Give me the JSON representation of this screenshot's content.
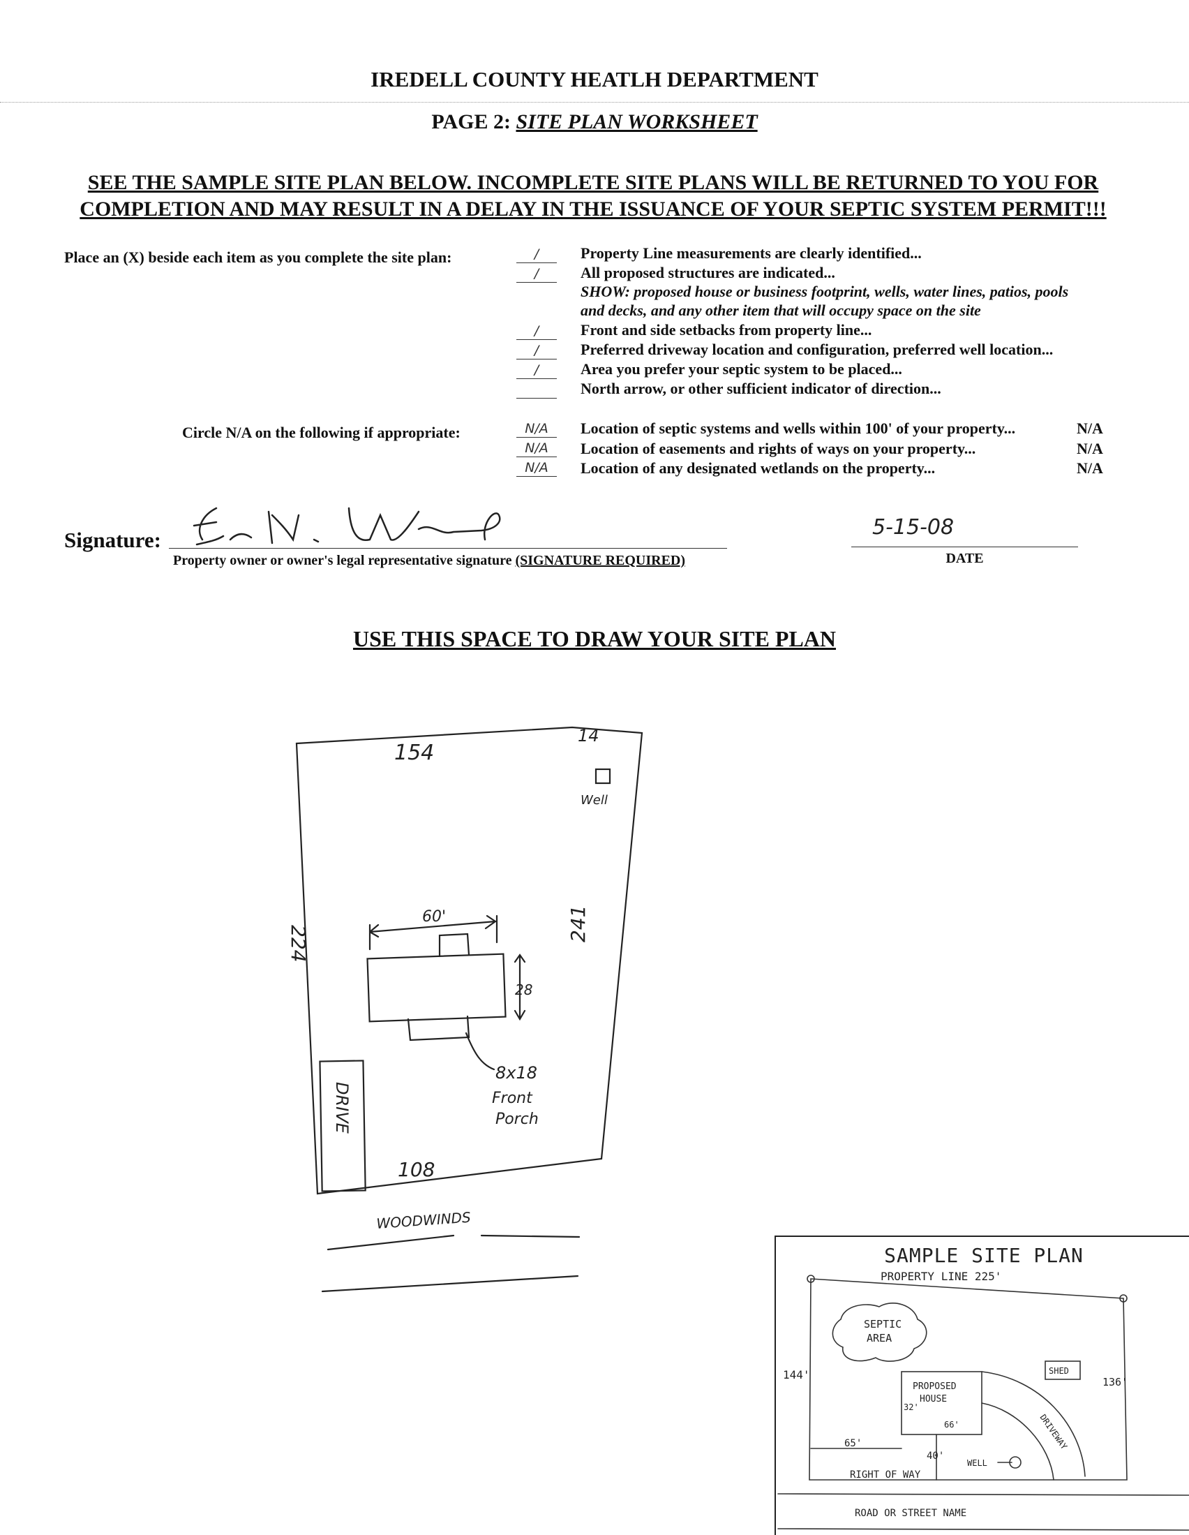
{
  "header": {
    "department": "IREDELL COUNTY HEATLH DEPARTMENT",
    "page_label": "PAGE 2:",
    "page_name": "SITE PLAN WORKSHEET"
  },
  "warning": {
    "line1": "SEE THE SAMPLE SITE PLAN BELOW.  INCOMPLETE SITE PLANS WILL BE RETURNED TO YOU FOR",
    "line2": "COMPLETION AND MAY RESULT IN A DELAY IN THE ISSUANCE OF YOUR SEPTIC SYSTEM PERMIT!!!"
  },
  "checklist": {
    "instruction": "Place an (X) beside each item as you complete the site plan:",
    "items": [
      {
        "mark": "/",
        "text": "Property Line measurements are clearly identified..."
      },
      {
        "mark": "/",
        "text": "All proposed structures are indicated..."
      },
      {
        "text": "SHOW: proposed house or business footprint, wells, water lines, patios, pools"
      },
      {
        "text": "and decks, and any other item that will occupy space on the site"
      },
      {
        "mark": "/",
        "text": "Front and side setbacks from property line..."
      },
      {
        "mark": "/",
        "text": "Preferred driveway location and configuration, preferred well location..."
      },
      {
        "mark": "/",
        "text": "Area you prefer your septic system to be placed..."
      },
      {
        "mark": "",
        "text": "North arrow, or other sufficient indicator of direction..."
      }
    ]
  },
  "na_section": {
    "instruction": "Circle N/A on the following if appropriate:",
    "items": [
      {
        "mark": "N/A",
        "text": "Location of septic systems and wells within 100' of your property...",
        "na": "N/A"
      },
      {
        "mark": "N/A",
        "text": "Location of easements and rights of ways on your property...",
        "na": "N/A"
      },
      {
        "mark": "N/A",
        "text": "Location of any designated wetlands on the property...",
        "na": "N/A"
      }
    ]
  },
  "signature": {
    "label": "Signature:",
    "caption": "Property owner or owner's legal representative signature",
    "required": "(SIGNATURE REQUIRED)",
    "date_label": "DATE",
    "date_value": "5-15-08"
  },
  "draw_area": {
    "title": "USE THIS SPACE TO DRAW YOUR SITE PLAN",
    "top": "154",
    "corner": "14",
    "well": "Well",
    "left": "224",
    "right": "241",
    "house_width": "60'",
    "house_depth": "28",
    "porch": "8x18",
    "porch_label1": "Front",
    "porch_label2": "Porch",
    "drive": "DRIVE",
    "bottom": "108",
    "road": "WOODWINDS"
  },
  "sample": {
    "title": "SAMPLE SITE PLAN",
    "property_line": "PROPERTY LINE 225'",
    "septic1": "SEPTIC",
    "septic2": "AREA",
    "shed": "SHED",
    "left": "144'",
    "right": "136'",
    "house1": "PROPOSED",
    "house2": "HOUSE",
    "house_depth": "32'",
    "house_width": "66'",
    "setback_side": "65'",
    "setback_front": "40'",
    "driveway": "DRIVEWAY",
    "well": "WELL",
    "row": "RIGHT OF WAY",
    "road": "ROAD OR STREET NAME"
  }
}
